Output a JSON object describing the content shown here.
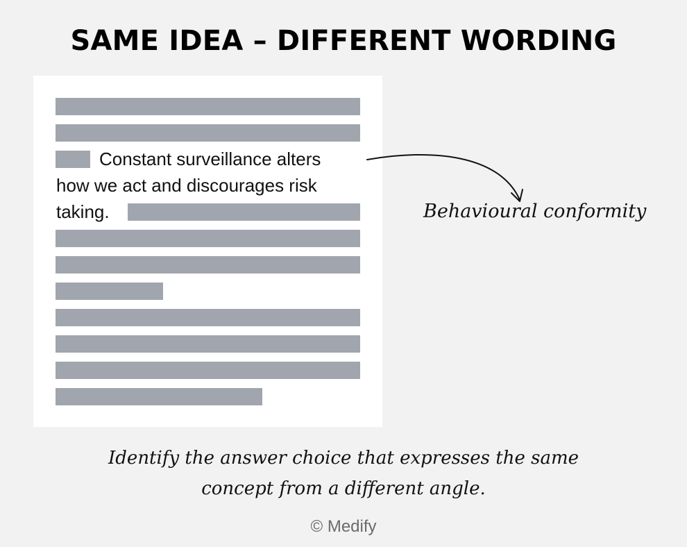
{
  "title": "SAME IDEA – DIFFERENT WORDING",
  "passage": {
    "quote_line1": "Constant surveillance alters",
    "quote_line2": "how we act and discourages risk",
    "quote_line3": "taking."
  },
  "annotation": "Behavioural conformity",
  "caption": {
    "line1": "Identify the answer choice that expresses the same",
    "line2": "concept from a different angle."
  },
  "credit": "© Medify",
  "colors": {
    "background": "#f2f2f2",
    "card": "#ffffff",
    "placeholder_bar": "#a1a5ad",
    "text": "#111111"
  }
}
